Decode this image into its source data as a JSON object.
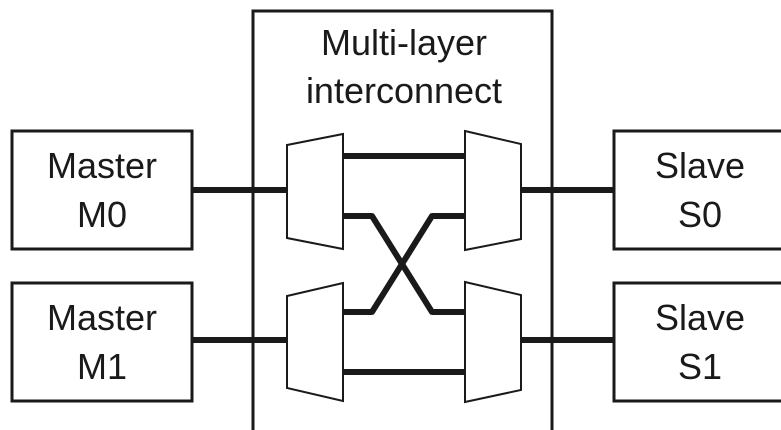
{
  "interconnect": {
    "title_line1": "Multi-layer",
    "title_line2": "interconnect"
  },
  "masters": [
    {
      "line1": "Master",
      "line2": "M0"
    },
    {
      "line1": "Master",
      "line2": "M1"
    }
  ],
  "slaves": [
    {
      "line1": "Slave",
      "line2": "S0"
    },
    {
      "line1": "Slave",
      "line2": "S1"
    }
  ],
  "colors": {
    "stroke": "#1a1a1a",
    "background": "#ffffff"
  }
}
